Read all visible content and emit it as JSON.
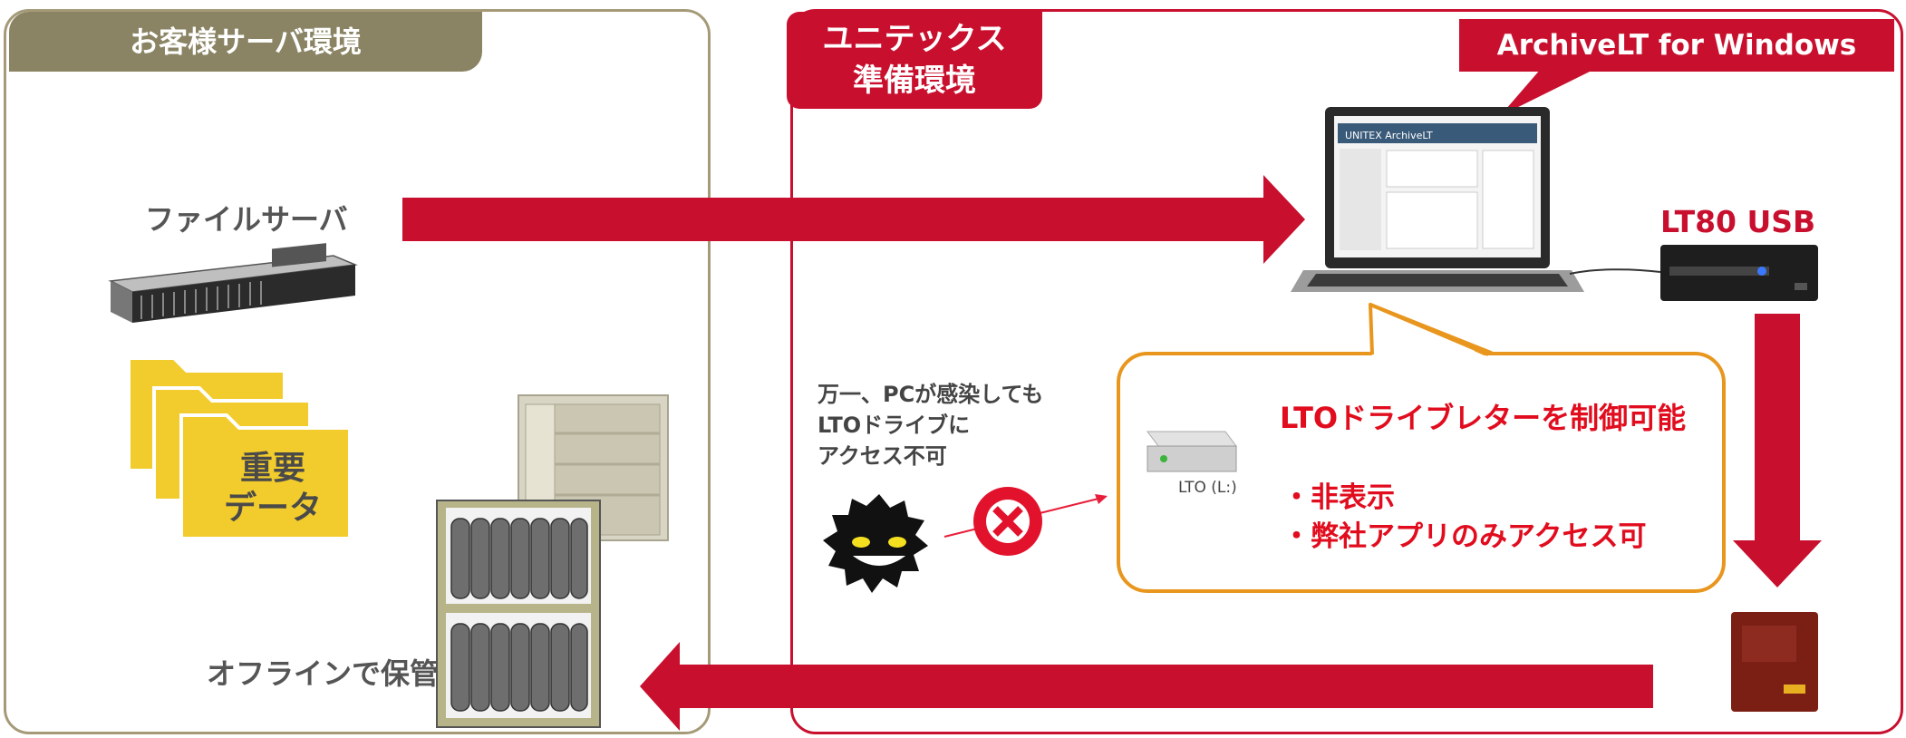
{
  "left_panel": {
    "title": "お客様サーバ環境"
  },
  "right_panel": {
    "title_line1": "ユニテックス",
    "title_line2": "準備環境"
  },
  "software_callout": "ArchiveLT for Windows",
  "labels": {
    "file_server": "ファイルサーバ",
    "important_data_line1": "重要",
    "important_data_line2": "データ",
    "offline_storage": "オフラインで保管",
    "tape_drive": "LT80 USB",
    "drive_letter": "LTO (L:)",
    "app_window_title": "UNITEX ArchiveLT"
  },
  "warning": {
    "line1": "万一、PCが感染しても",
    "line2": "LTOドライブに",
    "line3": "アクセス不可"
  },
  "control_box": {
    "title": "LTOドライブレターを制御可能",
    "bullet1": "・非表示",
    "bullet2": "・弊社アプリのみアクセス可"
  },
  "colors": {
    "accent_red": "#c8102e",
    "panel_olive": "#8a8464",
    "panel_border_olive": "#a59a78",
    "callout_orange": "#e8961e",
    "text_red": "#e10d1e",
    "folder_yellow": "#f2cc2c"
  },
  "icons": [
    "server-icon",
    "folder-icon",
    "cabinet-icon",
    "tape-rack-icon",
    "laptop-icon",
    "tape-drive-icon",
    "lto-cartridge-icon",
    "virus-icon",
    "blocked-icon",
    "hard-drive-icon"
  ]
}
